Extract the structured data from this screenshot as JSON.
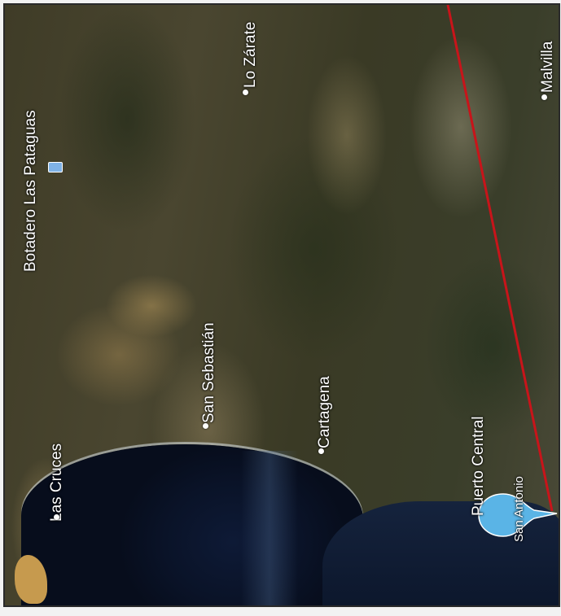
{
  "map": {
    "places": {
      "malvilla": "Malvilla",
      "lo_zarate": "Lo Zárate",
      "botadero": "Botadero Las Pataguas",
      "san_sebastian": "San Sebastián",
      "cartagena": "Cartagena",
      "las_cruces": "Las Cruces",
      "puerto_central": "Puerto Central",
      "san_antonio": "San Antonio"
    },
    "colors": {
      "route": "#c8141a",
      "marker": "#5ab4e6"
    },
    "icons": {
      "pin": "location-pin-icon",
      "landfill": "landfill-marker-icon"
    }
  }
}
